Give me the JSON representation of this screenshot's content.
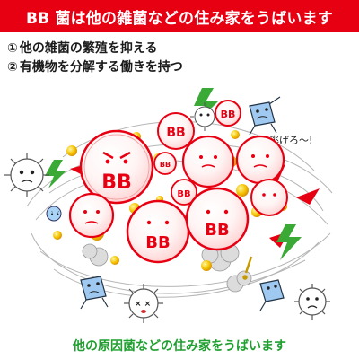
{
  "header": {
    "title": "BB 菌は他の雑菌などの住み家をうばいます",
    "bg_color": "#e60012",
    "text_color": "#ffffff"
  },
  "points": [
    {
      "num": "①",
      "text": "他の雑菌の繁殖を抑える"
    },
    {
      "num": "②",
      "text": "有機物を分解する働きを持つ"
    }
  ],
  "illustration": {
    "bubble_label": "BB",
    "speech_text": "逃げろ〜!",
    "bubble_color": "#e60012",
    "spore_color": "#f5c300"
  },
  "footer": {
    "caption": "他の原因菌などの住み家をうばいます",
    "color": "#1f9f2f"
  }
}
